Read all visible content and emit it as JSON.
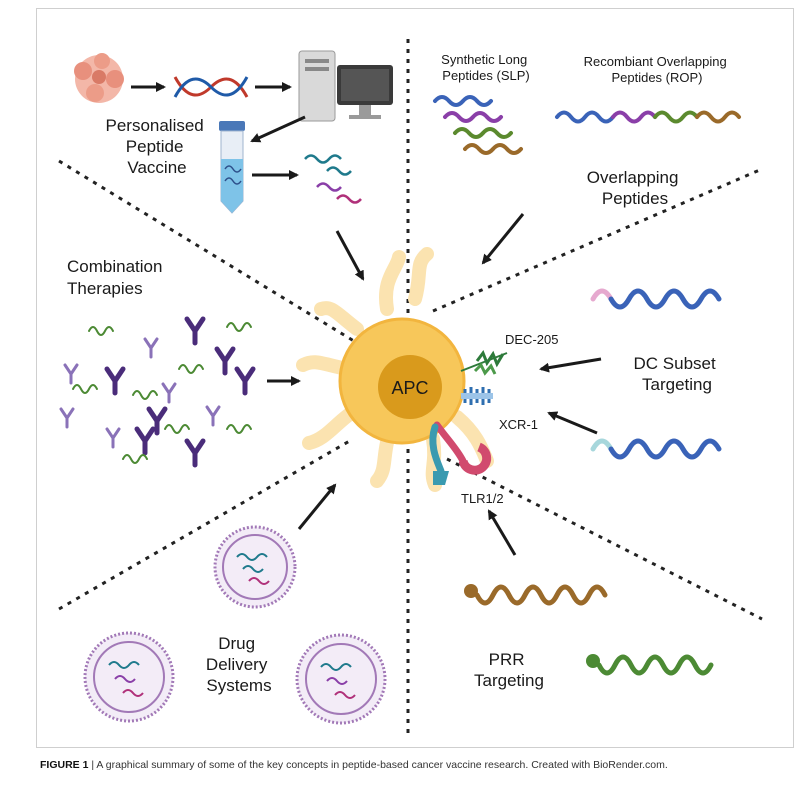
{
  "labels": {
    "personalised": [
      "Personalised",
      "Peptide",
      "Vaccine"
    ],
    "slp": [
      "Synthetic Long",
      "Peptides (SLP)"
    ],
    "rop": [
      "Recombiant Overlapping",
      "Peptides (ROP)"
    ],
    "overlapping": [
      "Overlapping",
      "Peptides"
    ],
    "combination": [
      "Combination",
      "Therapies"
    ],
    "apc": "APC",
    "dec205": "DEC-205",
    "xcr1": "XCR-1",
    "tlr": "TLR1/2",
    "dc_subset": [
      "DC Subset",
      "Targeting"
    ],
    "drug_delivery": [
      "Drug",
      "Delivery",
      "Systems"
    ],
    "prr": [
      "PRR",
      "Targeting"
    ]
  },
  "caption": {
    "figure_label": "FIGURE 1",
    "separator": " | ",
    "text": "A graphical summary of some of the key concepts in peptide-based cancer vaccine research. Created with BioRender.com."
  },
  "colors": {
    "apc_body": "#f7c75a",
    "apc_edge": "#f2b53e",
    "apc_nucleus": "#d99a1c",
    "dendrite": "#fbe3b0",
    "dna_red": "#c0392b",
    "dna_blue": "#1f5aa8",
    "peptide_blue": "#3a63b8",
    "peptide_purple": "#8a3fa8",
    "peptide_green": "#5b8a2e",
    "peptide_brown": "#9a6a2a",
    "teal": "#1f7a8c",
    "magenta": "#b0317a",
    "antibody": "#4a2c7a",
    "antibody_light": "#8a72b8",
    "green_peptide_free": "#4c8a34",
    "pink_tail": "#e6a9cf",
    "cyan_tail": "#a7d7dc",
    "tlr_pink": "#d14a6e",
    "tlr_teal": "#3a9ab0",
    "receptor_blue": "#2f6fb0",
    "liposome": "#a279b7"
  }
}
